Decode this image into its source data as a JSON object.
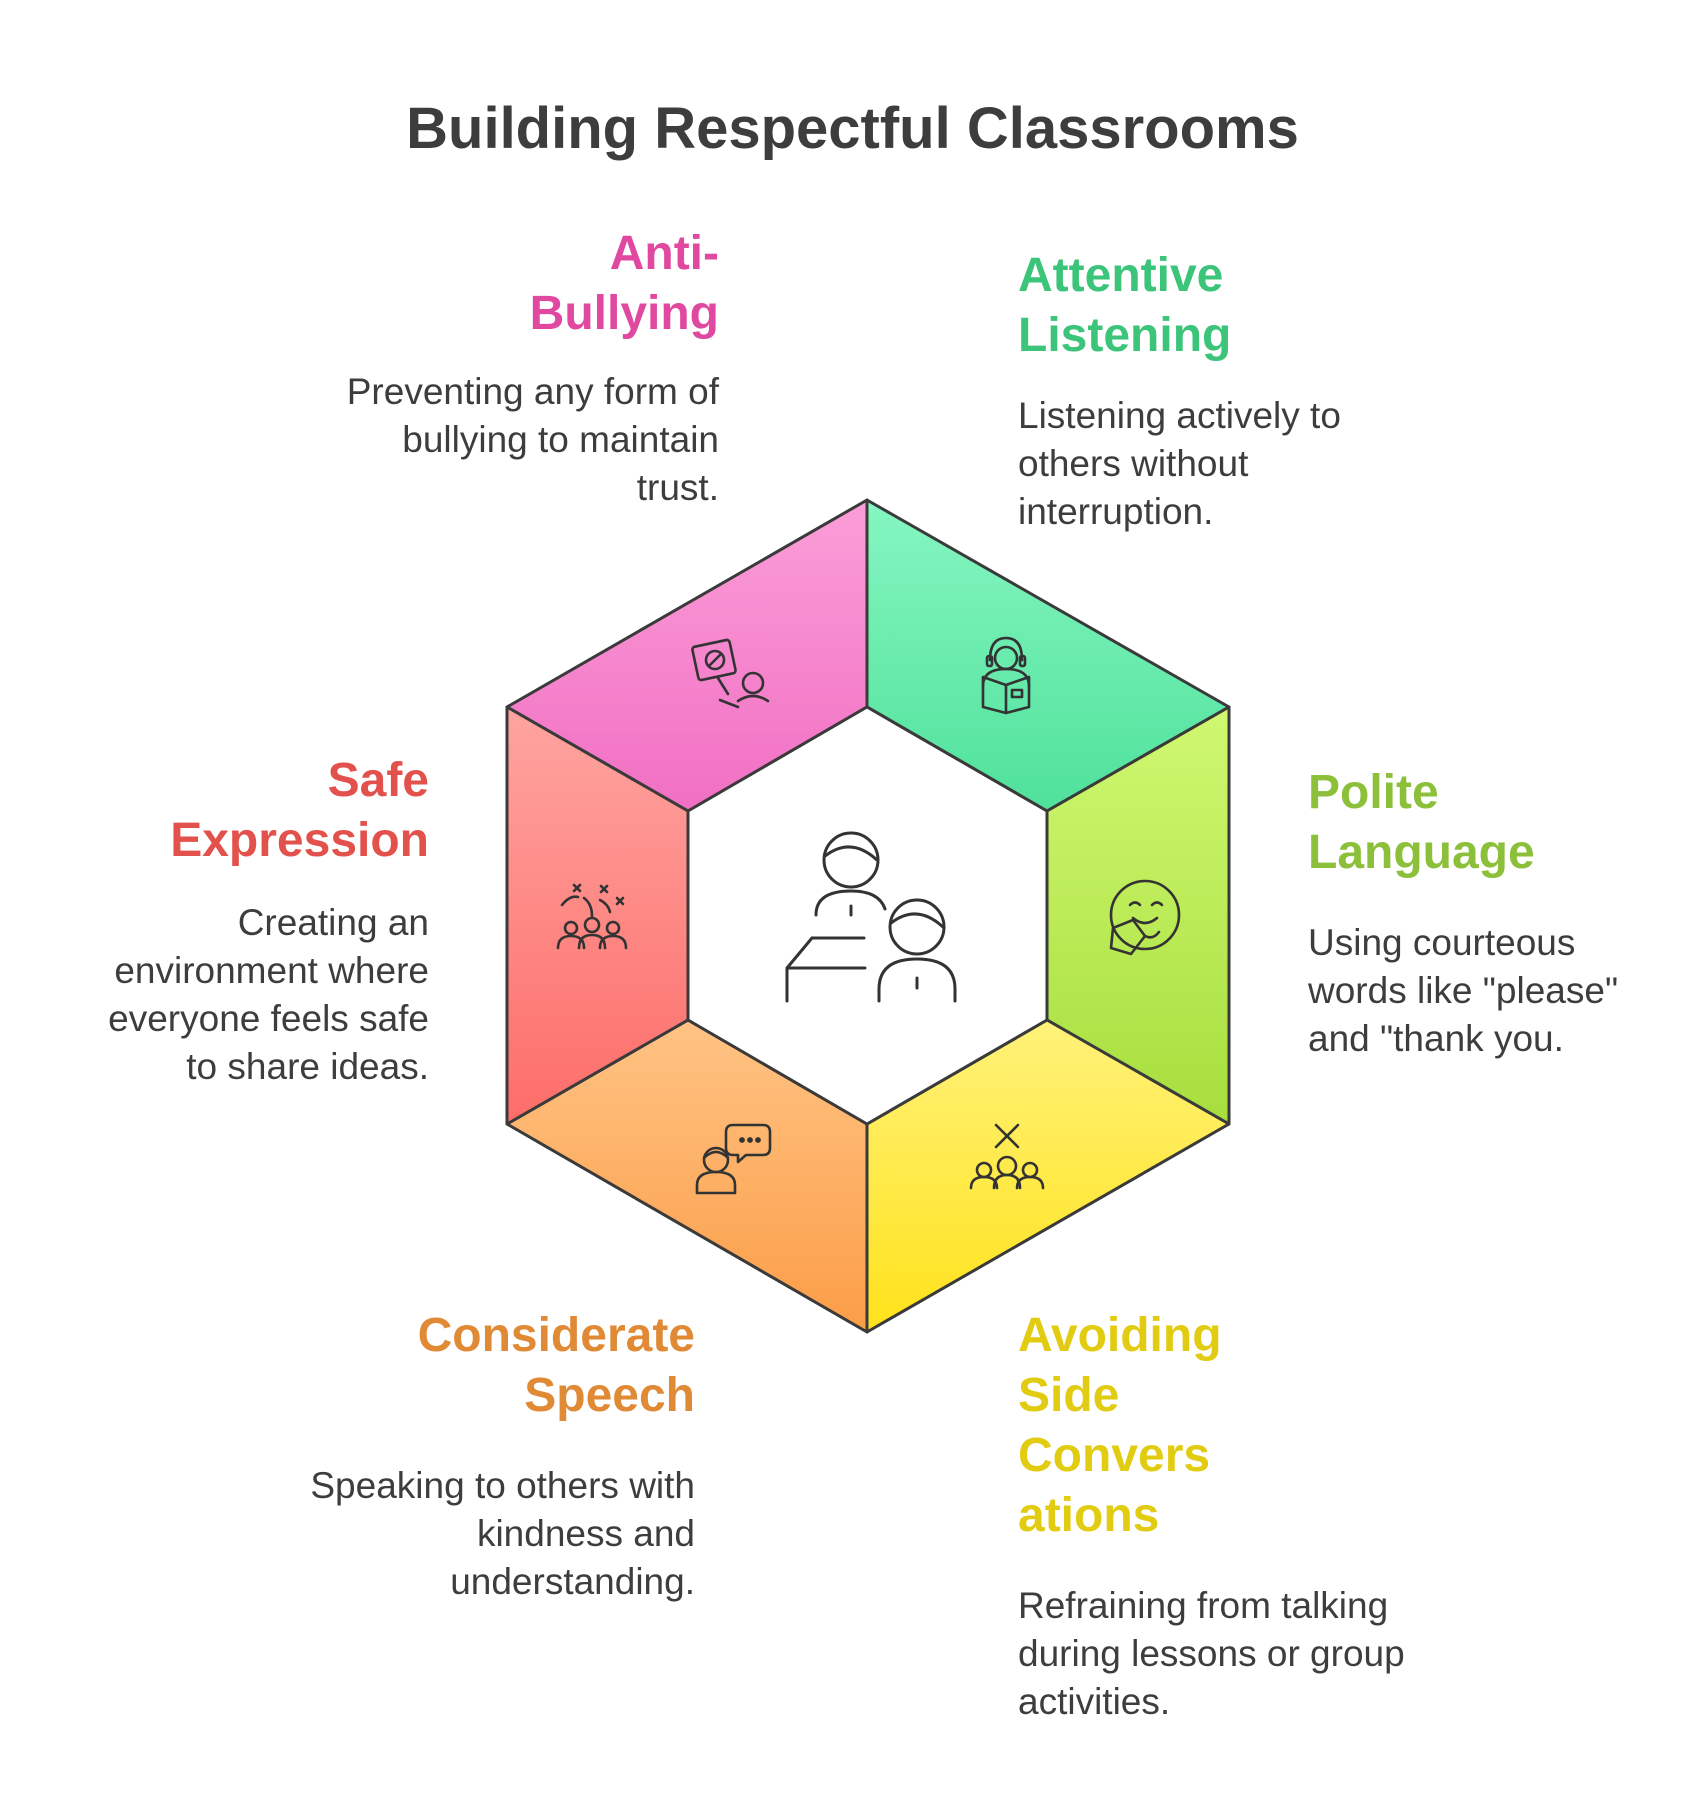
{
  "title": "Building Respectful Classrooms",
  "center_icon": "teacher-student-desk-icon",
  "segments": [
    {
      "id": "anti-bullying",
      "heading": "Anti-\nBullying",
      "description": "Preventing any form of\nbullying to maintain\ntrust.",
      "color": "#e0499f",
      "icon": "no-bullying-sign-icon"
    },
    {
      "id": "attentive-listening",
      "heading": "Attentive\nListening",
      "description": "Listening actively to\nothers without\ninterruption.",
      "color": "#3cc57a",
      "icon": "listener-with-book-icon"
    },
    {
      "id": "polite-language",
      "heading": "Polite\nLanguage",
      "description": "Using courteous\nwords like \"please\"\nand \"thank you.",
      "color": "#8cbf3a",
      "icon": "smiling-face-book-icon"
    },
    {
      "id": "avoiding-side-conversations",
      "heading": "Avoiding\nSide\nConvers\nations",
      "description": "Refraining from talking\nduring lessons or group\nactivities.",
      "color": "#e2cc12",
      "icon": "no-talking-group-icon"
    },
    {
      "id": "considerate-speech",
      "heading": "Considerate\nSpeech",
      "description": "Speaking to others with\nkindness and\nunderstanding.",
      "color": "#e08a35",
      "icon": "person-speech-bubble-icon"
    },
    {
      "id": "safe-expression",
      "heading": "Safe\nExpression",
      "description": "Creating an\nenvironment where\neveryone feels safe\nto share ideas.",
      "color": "#e2514c",
      "icon": "celebrating-group-icon"
    }
  ]
}
